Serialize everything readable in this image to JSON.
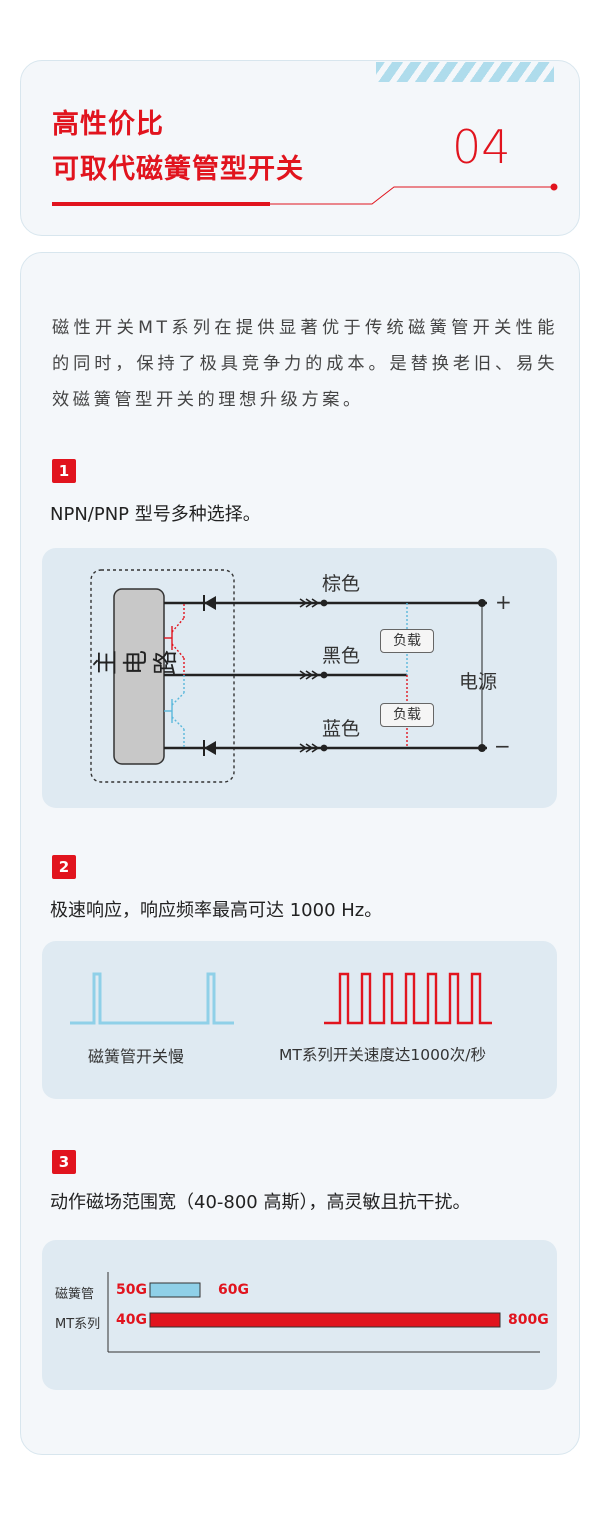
{
  "header": {
    "title_line1": "高性价比",
    "title_line2": "可取代磁簧管型开关",
    "number": "04"
  },
  "intro": "磁性开关MT系列在提供显著优于传统磁簧管开关性能的同时，保持了极具竞争力的成本。是替换老旧、易失效磁簧管型开关的理想升级方案。",
  "features": [
    {
      "number": "1",
      "text": "NPN/PNP 型号多种选择。"
    },
    {
      "number": "2",
      "text": "极速响应，响应频率最高可达 1000 Hz。"
    },
    {
      "number": "3",
      "text": "动作磁场范围宽（40-800 高斯），高灵敏且抗干扰。"
    }
  ],
  "circuit": {
    "main_circuit": "主电路",
    "wires": [
      "棕色",
      "黑色",
      "蓝色"
    ],
    "loads": [
      "负载",
      "负载"
    ],
    "power": "电源",
    "plus": "+",
    "minus": "−"
  },
  "waveforms": {
    "reed_caption": "磁簧管开关慢",
    "mt_caption": "MT系列开关速度达1000次/秒",
    "reed_color": "#8fd0e8",
    "mt_color": "#e1141e"
  },
  "chart_data": {
    "type": "bar",
    "orientation": "horizontal-range",
    "categories": [
      "磁簧管",
      "MT系列"
    ],
    "ranges": [
      {
        "category": "磁簧管",
        "min": 50,
        "max": 60,
        "min_label": "50G",
        "max_label": "60G",
        "color": "#8fd0e8"
      },
      {
        "category": "MT系列",
        "min": 40,
        "max": 800,
        "min_label": "40G",
        "max_label": "800G",
        "color": "#e1141e"
      }
    ]
  }
}
